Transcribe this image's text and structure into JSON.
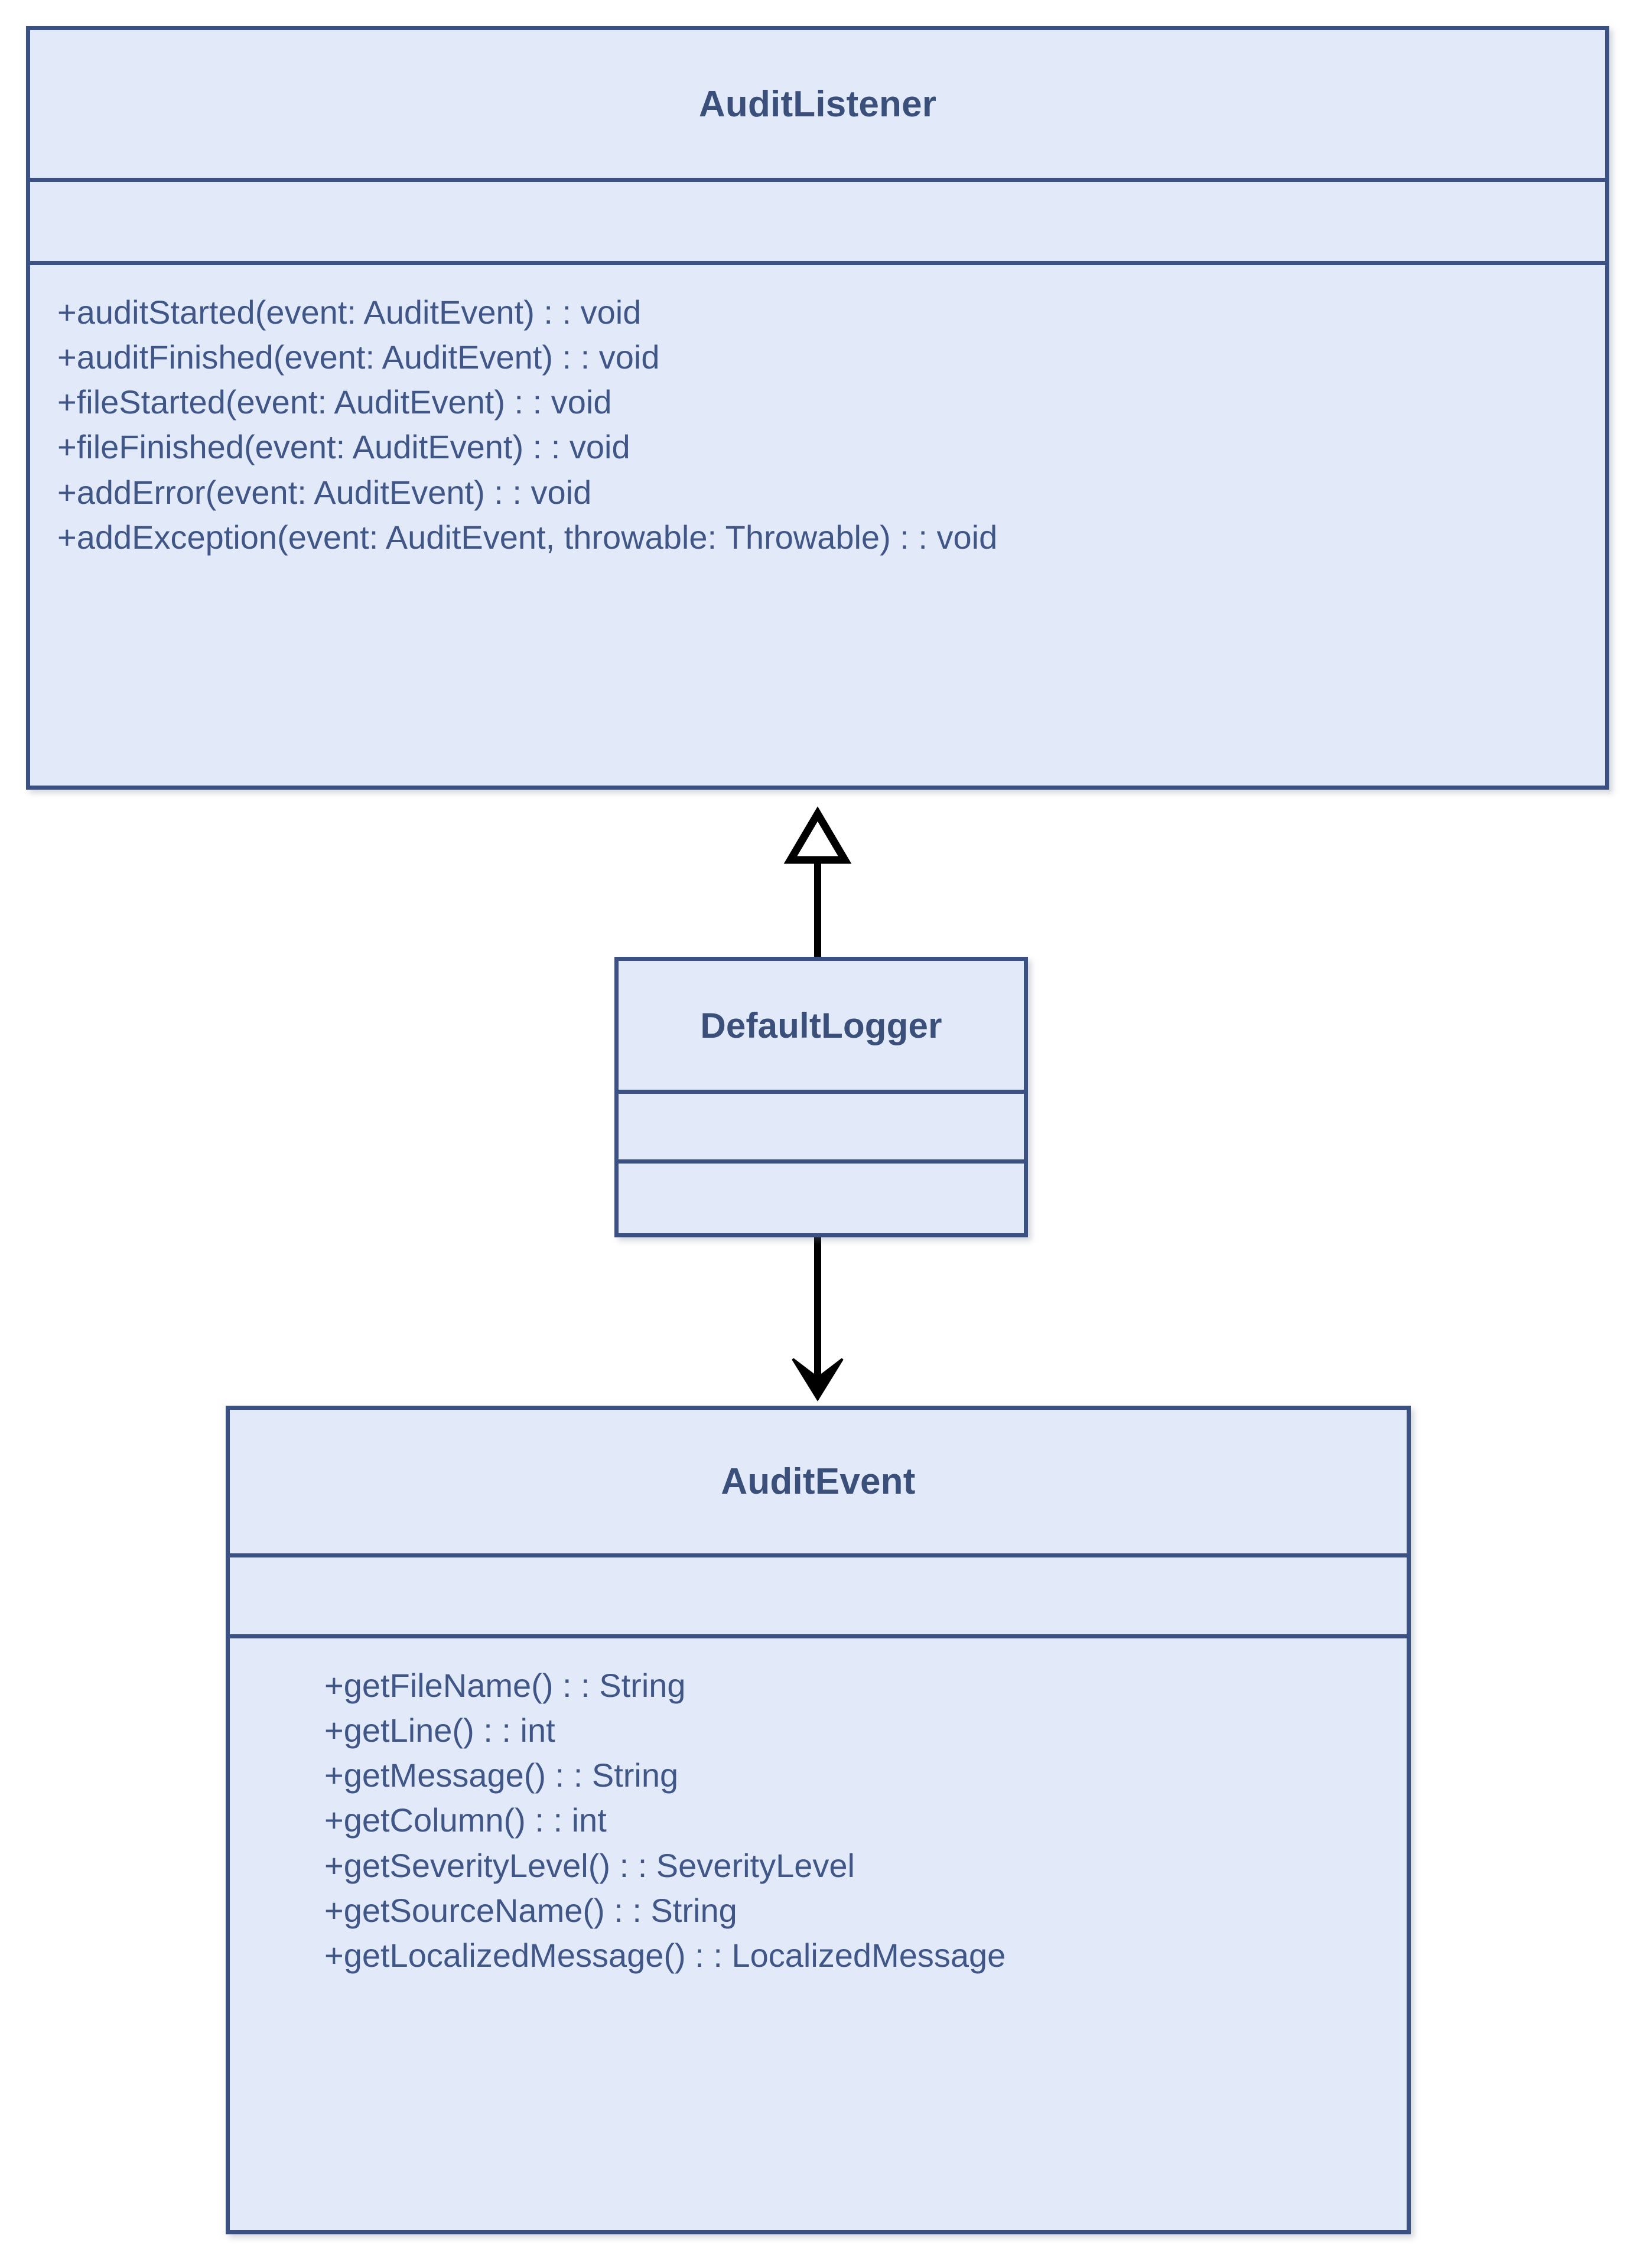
{
  "diagram": {
    "type": "uml-class-diagram",
    "background_color": "#FFFFFF",
    "box_fill_color": "#E2E9F9",
    "box_border_color": "#3B5183",
    "title_text_color": "#3A4F7A",
    "member_text_color": "#3F5687",
    "connector_color": "#000000"
  },
  "classes": {
    "audit_listener": {
      "name": "AuditListener",
      "attributes": [],
      "methods": [
        "+auditStarted(event: AuditEvent) : : void",
        "+auditFinished(event: AuditEvent) : : void",
        "+fileStarted(event: AuditEvent) : : void",
        "+fileFinished(event: AuditEvent) : : void",
        "+addError(event: AuditEvent) : : void",
        "+addException(event: AuditEvent, throwable: Throwable) : : void"
      ]
    },
    "default_logger": {
      "name": "DefaultLogger",
      "attributes": [],
      "methods": []
    },
    "audit_event": {
      "name": "AuditEvent",
      "attributes": [],
      "methods": [
        "+getFileName() : : String",
        "+getLine() : : int",
        "+getMessage() : : String",
        "+getColumn() : : int",
        "+getSeverityLevel() : : SeverityLevel",
        "+getSourceName() : : String",
        "+getLocalizedMessage() : : LocalizedMessage"
      ]
    }
  },
  "relationships": [
    {
      "id": "generalization",
      "kind": "generalization",
      "arrowhead": "hollow-triangle",
      "from": "DefaultLogger",
      "to": "AuditListener",
      "label": ""
    },
    {
      "id": "dependency",
      "kind": "dependency",
      "arrowhead": "open-arrow",
      "from": "DefaultLogger",
      "to": "AuditEvent",
      "label": ""
    }
  ]
}
